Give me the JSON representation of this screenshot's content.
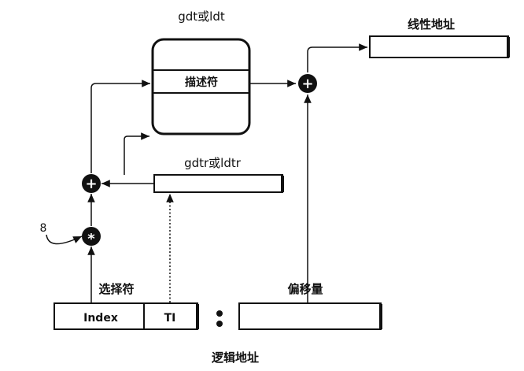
{
  "labels": {
    "gdt_ldt": "gdt或ldt",
    "descriptor": "描述符",
    "linear_address": "线性地址",
    "gdtr_ldtr": "gdtr或ldtr",
    "eight": "8",
    "selector": "选择符",
    "index": "Index",
    "ti": "TI",
    "offset": "偏移量",
    "logical_address": "逻辑地址"
  },
  "operators": {
    "plus": "+",
    "multiply": "*"
  }
}
